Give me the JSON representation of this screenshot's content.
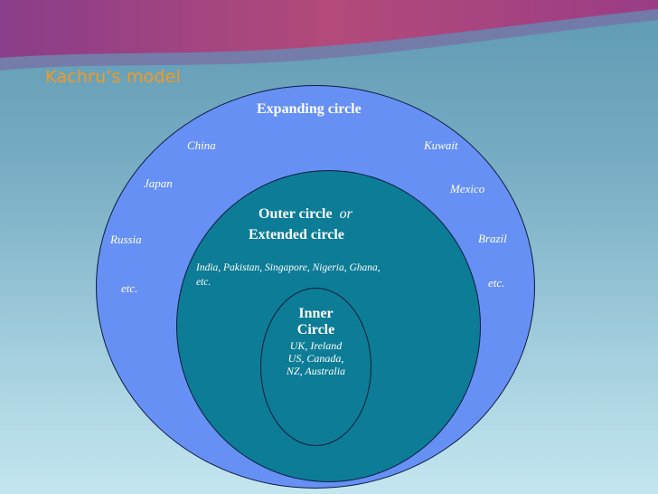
{
  "slide": {
    "title": "Kachru’s model"
  },
  "diagram": {
    "expanding_circle": {
      "heading": "Expanding circle",
      "countries": {
        "china": "China",
        "kuwait": "Kuwait",
        "japan": "Japan",
        "mexico": "Mexico",
        "russia": "Russia",
        "brazil": "Brazil",
        "etc_left": "etc.",
        "etc_right": "etc."
      }
    },
    "outer_circle": {
      "heading_line1": "Outer circle",
      "heading_or": "or",
      "heading_line2": "Extended circle",
      "countries_line1": "India, Pakistan, Singapore, Nigeria, Ghana,",
      "countries_line2": "etc."
    },
    "inner_circle": {
      "heading_line1": "Inner",
      "heading_line2": "Circle",
      "countries_line1": "UK, Ireland",
      "countries_line2": "US, Canada,",
      "countries_line3": "NZ, Australia"
    }
  },
  "colors": {
    "background_top": "#5f99b3",
    "background_bottom": "#c4e6f0",
    "expanding_fill": "#6690f4",
    "outer_fill": "#0d7c96",
    "inner_fill": "#0d7c96",
    "title": "#f49a1f",
    "text": "#ffffff",
    "outline": "#0d1b3e"
  }
}
